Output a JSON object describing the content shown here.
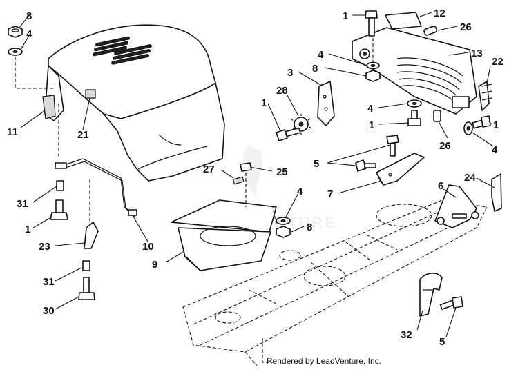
{
  "diagram": {
    "credit": "Rendered by LeadVenture, Inc.",
    "watermark": "LEADVENTURE",
    "callouts": [
      {
        "id": "c8a",
        "label": "8"
      },
      {
        "id": "c4a",
        "label": "4"
      },
      {
        "id": "c11",
        "label": "11"
      },
      {
        "id": "c21",
        "label": "21"
      },
      {
        "id": "c31a",
        "label": "31"
      },
      {
        "id": "c1a",
        "label": "1"
      },
      {
        "id": "c10",
        "label": "10"
      },
      {
        "id": "c23",
        "label": "23"
      },
      {
        "id": "c31b",
        "label": "31"
      },
      {
        "id": "c30",
        "label": "30"
      },
      {
        "id": "c27",
        "label": "27"
      },
      {
        "id": "c25",
        "label": "25"
      },
      {
        "id": "c9",
        "label": "9"
      },
      {
        "id": "c4b",
        "label": "4"
      },
      {
        "id": "c8b",
        "label": "8"
      },
      {
        "id": "c1b",
        "label": "1"
      },
      {
        "id": "c12",
        "label": "12"
      },
      {
        "id": "c26a",
        "label": "26"
      },
      {
        "id": "c4c",
        "label": "4"
      },
      {
        "id": "c13",
        "label": "13"
      },
      {
        "id": "c3",
        "label": "3"
      },
      {
        "id": "c8c",
        "label": "8"
      },
      {
        "id": "c28",
        "label": "28"
      },
      {
        "id": "c1c",
        "label": "1"
      },
      {
        "id": "c4d",
        "label": "4"
      },
      {
        "id": "c1d",
        "label": "1"
      },
      {
        "id": "c22",
        "label": "22"
      },
      {
        "id": "c1e",
        "label": "1"
      },
      {
        "id": "c26b",
        "label": "26"
      },
      {
        "id": "c4e",
        "label": "4"
      },
      {
        "id": "c5a",
        "label": "5"
      },
      {
        "id": "c7",
        "label": "7"
      },
      {
        "id": "c6",
        "label": "6"
      },
      {
        "id": "c24",
        "label": "24"
      },
      {
        "id": "c32",
        "label": "32"
      },
      {
        "id": "c5b",
        "label": "5"
      }
    ]
  }
}
